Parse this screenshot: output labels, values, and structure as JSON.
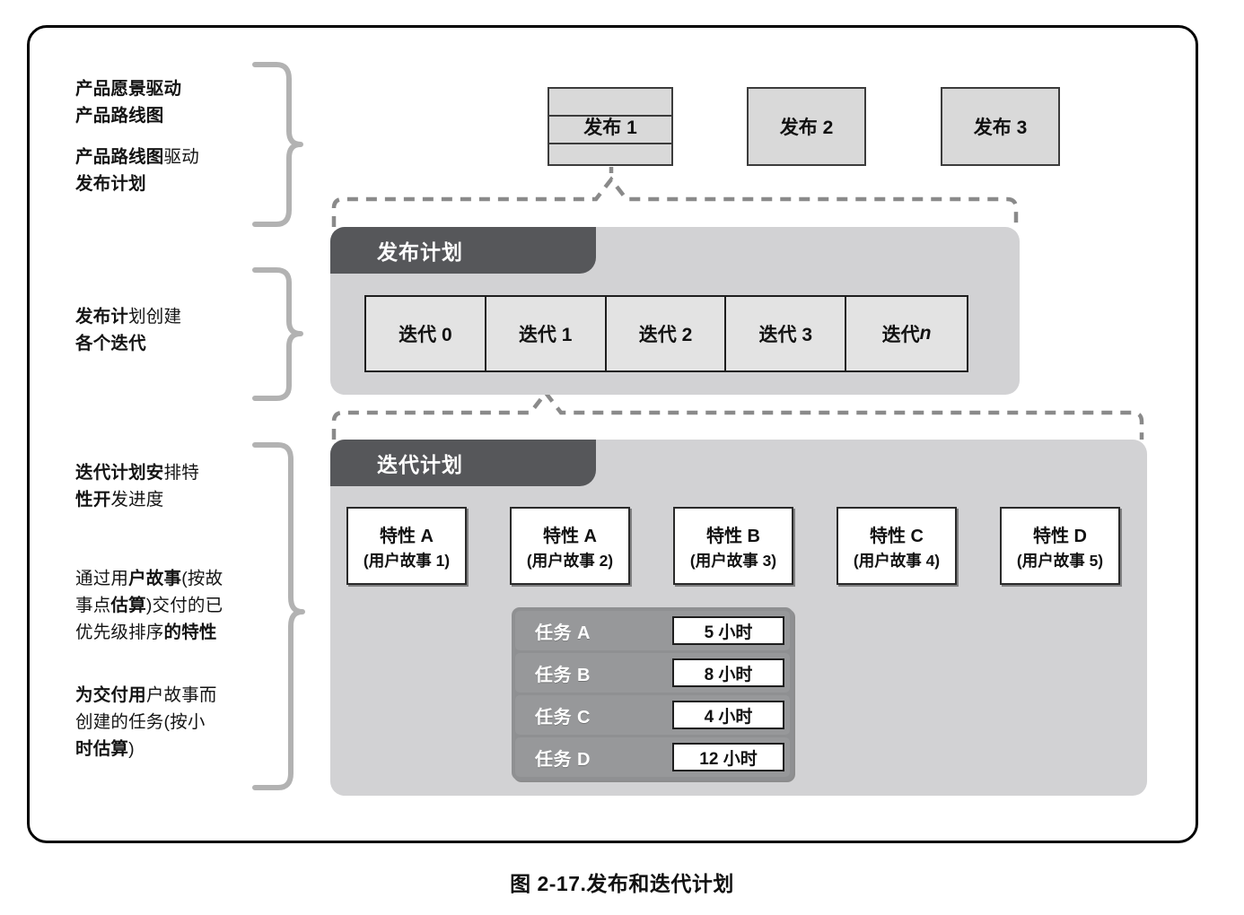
{
  "figure": {
    "caption": "图 2-17.发布和迭代计划"
  },
  "annotations": [
    {
      "name": "product-vision-note",
      "lines": [
        {
          "segments": [
            {
              "text": "产品愿景驱动",
              "bold": true
            }
          ]
        },
        {
          "segments": [
            {
              "text": "产品路线图",
              "bold": true
            }
          ]
        }
      ]
    },
    {
      "name": "roadmap-note",
      "lines": [
        {
          "segments": [
            {
              "text": "产品路线图",
              "bold": true
            },
            {
              "text": "驱动",
              "bold": false
            }
          ]
        },
        {
          "segments": [
            {
              "text": "发布计划",
              "bold": true
            }
          ]
        }
      ]
    },
    {
      "name": "release-plan-note",
      "lines": [
        {
          "segments": [
            {
              "text": "发布计",
              "bold": true
            },
            {
              "text": "划创建",
              "bold": false
            }
          ]
        },
        {
          "segments": [
            {
              "text": "各个迭代",
              "bold": true
            }
          ]
        }
      ]
    },
    {
      "name": "iteration-plan-note",
      "lines": [
        {
          "segments": [
            {
              "text": "迭代计划安",
              "bold": true
            },
            {
              "text": "排特",
              "bold": false
            }
          ]
        },
        {
          "segments": [
            {
              "text": "性开",
              "bold": true
            },
            {
              "text": "发进度",
              "bold": false
            }
          ]
        }
      ]
    },
    {
      "name": "user-story-note",
      "lines": [
        {
          "segments": [
            {
              "text": "通过用",
              "bold": false
            },
            {
              "text": "户故事",
              "bold": true
            },
            {
              "text": "(按故",
              "bold": false
            }
          ]
        },
        {
          "segments": [
            {
              "text": "事点",
              "bold": false
            },
            {
              "text": "估算",
              "bold": true
            },
            {
              "text": ")交付的已",
              "bold": false
            }
          ]
        },
        {
          "segments": [
            {
              "text": "优先级排序",
              "bold": false
            },
            {
              "text": "的特性",
              "bold": true
            }
          ]
        }
      ]
    },
    {
      "name": "task-note",
      "lines": [
        {
          "segments": [
            {
              "text": "为交付用",
              "bold": true
            },
            {
              "text": "户故事而",
              "bold": false
            }
          ]
        },
        {
          "segments": [
            {
              "text": "创建的任务(按小",
              "bold": false
            }
          ]
        },
        {
          "segments": [
            {
              "text": "时估算",
              "bold": true
            },
            {
              "text": ")",
              "bold": false
            }
          ]
        }
      ]
    }
  ],
  "releases": [
    {
      "label": "发布 1",
      "banded": true
    },
    {
      "label": "发布 2",
      "banded": false
    },
    {
      "label": "发布 3",
      "banded": false
    }
  ],
  "release_plan": {
    "title": "发布计划",
    "iterations": [
      {
        "label": "迭代 0"
      },
      {
        "label": "迭代 1"
      },
      {
        "label": "迭代 2"
      },
      {
        "label": "迭代 3"
      },
      {
        "label": "迭代 ",
        "italic": "n"
      }
    ]
  },
  "iteration_plan": {
    "title": "迭代计划",
    "features": [
      {
        "name": "特性 A",
        "story": "(用户故事 1)"
      },
      {
        "name": "特性 A",
        "story": "(用户故事 2)"
      },
      {
        "name": "特性 B",
        "story": "(用户故事 3)"
      },
      {
        "name": "特性 C",
        "story": "(用户故事 4)"
      },
      {
        "name": "特性 D",
        "story": "(用户故事 5)"
      }
    ],
    "tasks": [
      {
        "name": "任务 A",
        "hours": "5 小时"
      },
      {
        "name": "任务 B",
        "hours": "8 小时"
      },
      {
        "name": "任务 C",
        "hours": "4 小时"
      },
      {
        "name": "任务 D",
        "hours": "12 小时"
      }
    ]
  },
  "colors": {
    "frame": "#000000",
    "panel_bg": "#d2d2d4",
    "panel_tab": "#56575a",
    "release_fill": "#d9d9d9",
    "release_border": "#3c3c3c",
    "iteration_fill": "#e3e3e3",
    "task_fill": "#97989a",
    "brace": "#b2b2b2",
    "dashed": "#8a8a8a",
    "arrow": "#8a8a8a"
  }
}
